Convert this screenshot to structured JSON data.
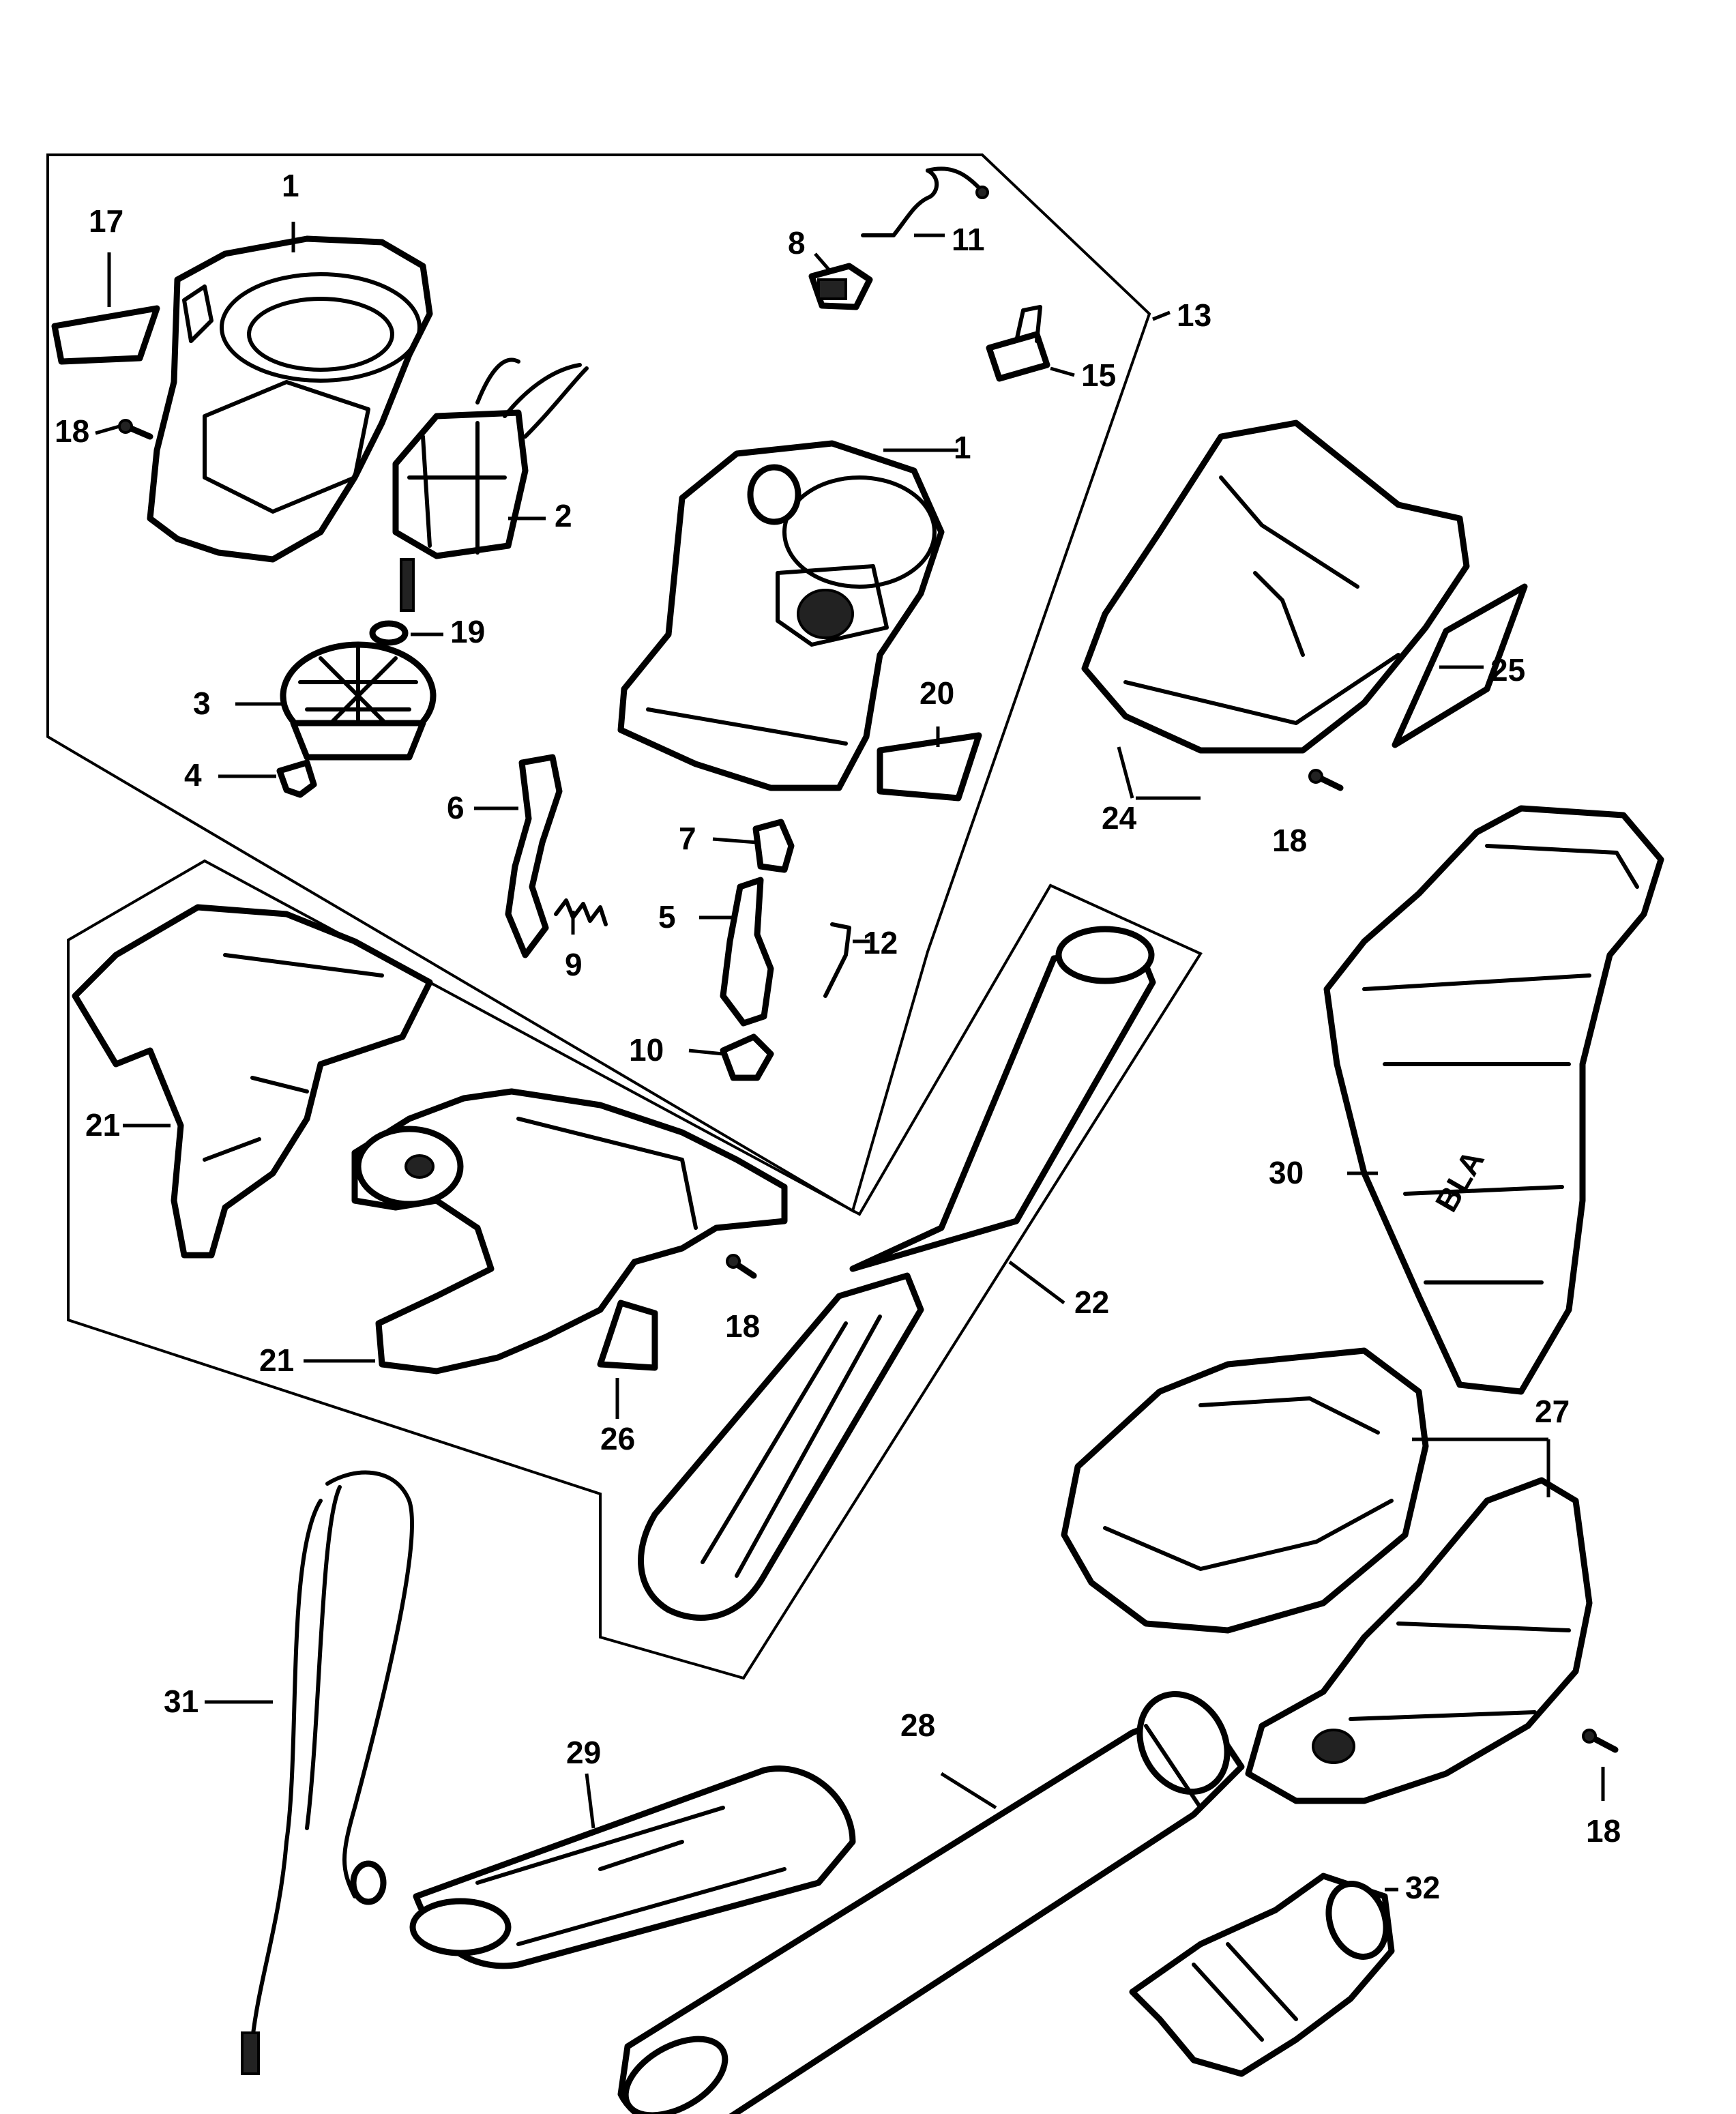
{
  "callouts": {
    "c1a": "1",
    "c1b": "1",
    "c2": "2",
    "c3": "3",
    "c4": "4",
    "c5": "5",
    "c6": "6",
    "c7": "7",
    "c8": "8",
    "c9": "9",
    "c10": "10",
    "c11": "11",
    "c12": "12",
    "c13": "13",
    "c15": "15",
    "c17": "17",
    "c18a": "18",
    "c18b": "18",
    "c18c": "18",
    "c18d": "18",
    "c19": "19",
    "c20": "20",
    "c21a": "21",
    "c21b": "21",
    "c22": "22",
    "c24": "24",
    "c25": "25",
    "c26": "26",
    "c27": "27",
    "c28": "28",
    "c29": "29",
    "c30": "30",
    "c31": "31",
    "c32": "32"
  }
}
